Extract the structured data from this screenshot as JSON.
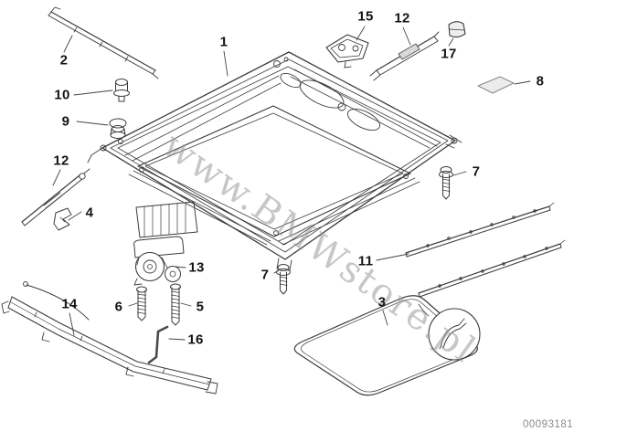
{
  "watermark": {
    "text": "www.BMWstore.pl"
  },
  "doc_number": "00093181",
  "callouts": [
    {
      "label": "1"
    },
    {
      "label": "2"
    },
    {
      "label": "3"
    },
    {
      "label": "4"
    },
    {
      "label": "5"
    },
    {
      "label": "6"
    },
    {
      "label": "7"
    },
    {
      "label": "7"
    },
    {
      "label": "8"
    },
    {
      "label": "9"
    },
    {
      "label": "10"
    },
    {
      "label": "11"
    },
    {
      "label": "12"
    },
    {
      "label": "12"
    },
    {
      "label": "13"
    },
    {
      "label": "14"
    },
    {
      "label": "15"
    },
    {
      "label": "16"
    },
    {
      "label": "17"
    }
  ]
}
